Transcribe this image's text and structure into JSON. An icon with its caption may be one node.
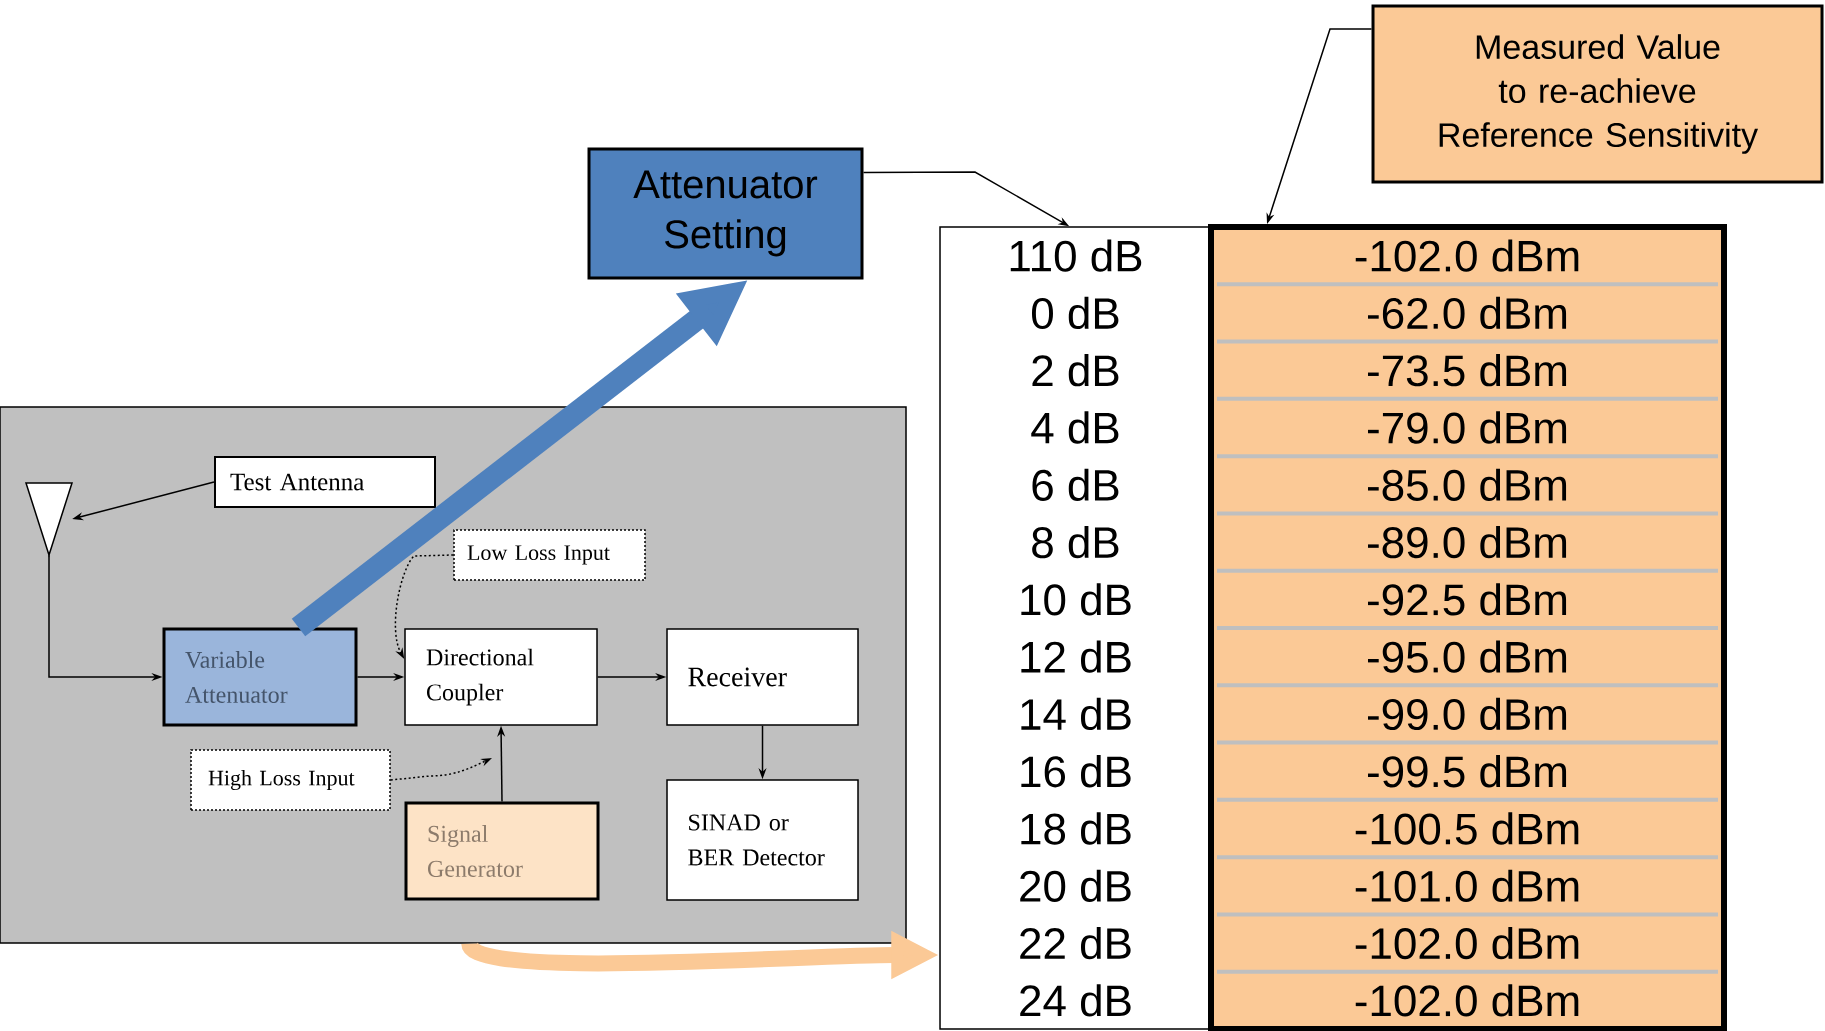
{
  "diagram": {
    "nodes": [
      {
        "text": [],
        "shape": "box"
      },
      {
        "text": [],
        "shape": "triangle",
        "in": 0
      },
      {
        "text": [
          "Test Antenna"
        ],
        "in": 0
      },
      {
        "text": [
          "Low Loss Input"
        ],
        "in": 0
      },
      {
        "text": [
          "Variable Attenuator"
        ],
        "in": 0
      },
      {
        "text": [
          "Directional Coupler"
        ],
        "in": 0
      },
      {
        "text": [
          "Receiver"
        ],
        "in": 0
      },
      {
        "text": [
          "High Loss Input"
        ],
        "in": 0
      },
      {
        "text": [
          "Signal Generator"
        ],
        "in": 0
      },
      {
        "text": [
          "SINAD or BER Detector"
        ],
        "in": 0
      },
      {
        "text": [
          "Attenuator Setting"
        ]
      },
      {
        "text": [
          "Measured Value to re-achieve Reference Sensitivity"
        ]
      },
      {
        "text": [
          "110 dB",
          "0 dB",
          "2 dB",
          "4 dB",
          "6 dB",
          "8 dB",
          "10 dB",
          "12 dB",
          "14 dB",
          "16 dB",
          "18 dB",
          "20 dB",
          "22 dB",
          "24 dB"
        ]
      },
      {
        "text": [
          "-102.0 dBm",
          "-62.0 dBm",
          "-73.5 dBm",
          "-79.0 dBm",
          "-85.0 dBm",
          "-89.0 dBm",
          "-92.5 dBm",
          "-95.0 dBm",
          "-99.0 dBm",
          "-99.5 dBm",
          "-100.5 dBm",
          "-101.0 dBm",
          "-102.0 dBm",
          "-102.0 dBm"
        ]
      }
    ],
    "edges": [
      {
        "from": 2,
        "to": 1,
        "arrow": "to"
      },
      {
        "from": 1,
        "to": 4,
        "arrow": "to"
      },
      {
        "from": 4,
        "to": 5,
        "arrow": "to"
      },
      {
        "from": 3,
        "to": 5,
        "arrow": "to",
        "style": "dashed"
      },
      {
        "from": 7,
        "to": null,
        "arrow": "to",
        "style": "dashed"
      },
      {
        "from": 8,
        "to": 5,
        "arrow": "to"
      },
      {
        "from": 5,
        "to": 6,
        "arrow": "to"
      },
      {
        "from": 6,
        "to": 9,
        "arrow": "to"
      },
      {
        "from": 4,
        "to": 10,
        "arrow": "to",
        "style": "thick",
        "color": "#4f81bd"
      },
      {
        "from": 10,
        "to": 12,
        "arrow": "to"
      },
      {
        "from": 11,
        "to": 13,
        "arrow": "to"
      },
      {
        "from": 0,
        "to": 12,
        "arrow": "to",
        "style": "thick",
        "color": "#fbc996"
      }
    ]
  }
}
